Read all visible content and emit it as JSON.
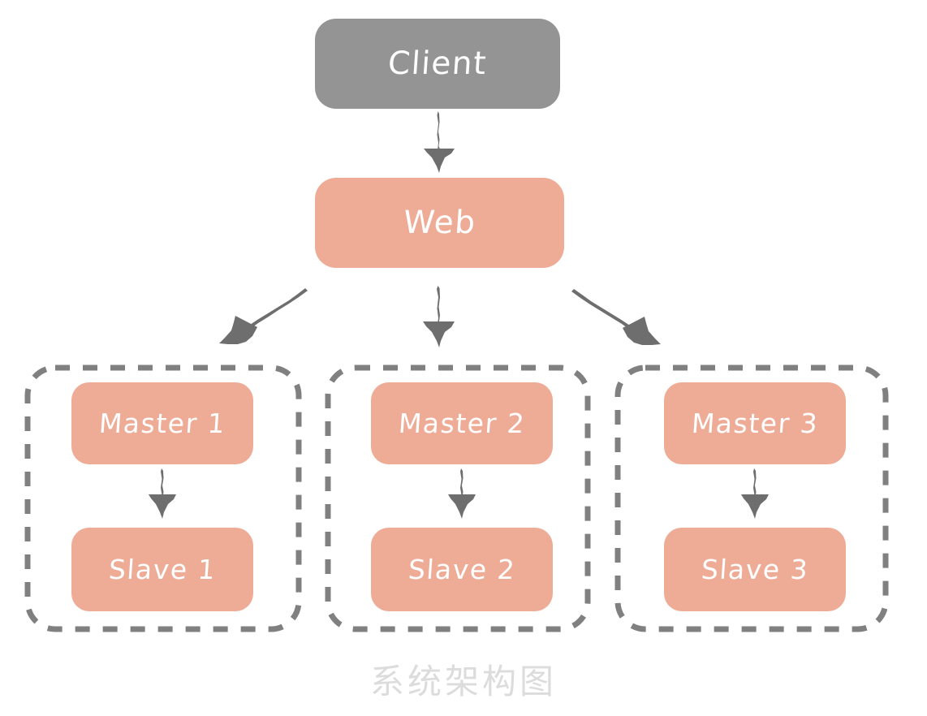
{
  "diagram": {
    "caption": "系统架构图",
    "colors": {
      "client_fill": "#949494",
      "node_fill": "#eeac97",
      "node_text": "#ffffff",
      "group_border": "#808080",
      "arrow": "#6e6e6e",
      "caption_text": "#dcdcdc",
      "background": "#ffffff"
    },
    "nodes": {
      "client": {
        "label": "Client"
      },
      "web": {
        "label": "Web"
      }
    },
    "groups": [
      {
        "name": "group-1",
        "master": {
          "label": "Master 1"
        },
        "slave": {
          "label": "Slave 1"
        }
      },
      {
        "name": "group-2",
        "master": {
          "label": "Master 2"
        },
        "slave": {
          "label": "Slave 2"
        }
      },
      {
        "name": "group-3",
        "master": {
          "label": "Master 3"
        },
        "slave": {
          "label": "Slave 3"
        }
      }
    ],
    "connections": [
      {
        "from": "Client",
        "to": "Web",
        "direction": "down"
      },
      {
        "from": "Web",
        "to": "Master 1",
        "direction": "down-left"
      },
      {
        "from": "Web",
        "to": "Master 2",
        "direction": "down"
      },
      {
        "from": "Web",
        "to": "Master 3",
        "direction": "down-right"
      },
      {
        "from": "Master 1",
        "to": "Slave 1",
        "direction": "down"
      },
      {
        "from": "Master 2",
        "to": "Slave 2",
        "direction": "down"
      },
      {
        "from": "Master 3",
        "to": "Slave 3",
        "direction": "down"
      }
    ]
  }
}
